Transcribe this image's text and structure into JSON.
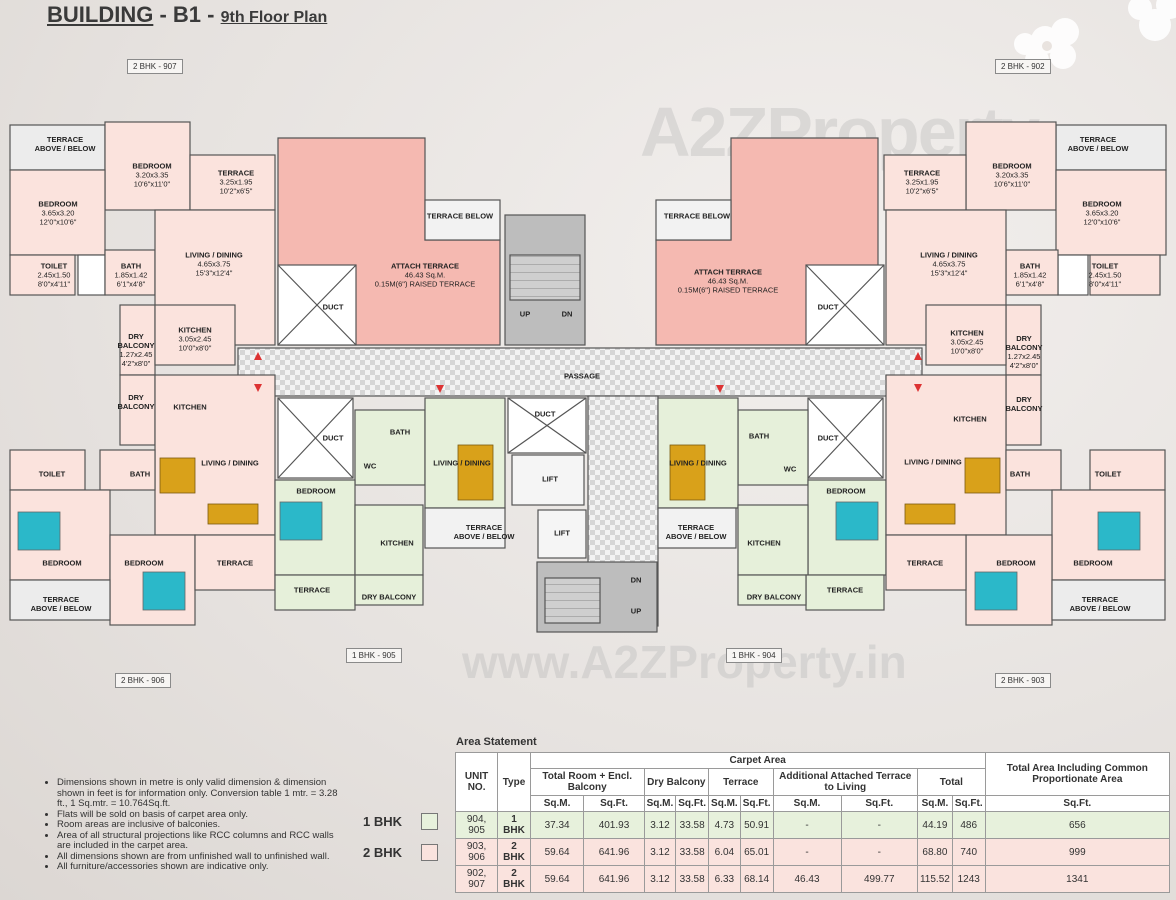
{
  "title": {
    "building": "BUILDING",
    "sep1": "-",
    "code": "B1",
    "sep2": "-",
    "floor": "9th Floor Plan"
  },
  "watermark": {
    "logo": "A2ZProperty",
    "url": "www.A2ZProperty.in"
  },
  "unit_tags": {
    "u907": "2 BHK - 907",
    "u902": "2 BHK - 902",
    "u905": "1 BHK - 905",
    "u904": "1 BHK - 904",
    "u906": "2 BHK - 906",
    "u903": "2 BHK - 903"
  },
  "rooms": {
    "terrace_ab": "TERRACE",
    "above_below": "ABOVE / BELOW",
    "bedroom": "BEDROOM",
    "bed_dim1": "3.20x3.35",
    "bed_ft1": "10'6\"x11'0\"",
    "bed_dim2": "3.65x3.20",
    "bed_ft2": "12'0\"x10'6\"",
    "terrace": "TERRACE",
    "ter_dim": "3.25x1.95",
    "ter_ft": "10'2\"x6'5\"",
    "terrace_below": "TERRACE BELOW",
    "attach": "ATTACH TERRACE",
    "attach_area": "46.43 Sq.M.",
    "attach_note": "0.15M(6\") RAISED TERRACE",
    "toilet": "TOILET",
    "toi_dim": "2.45x1.50",
    "toi_ft": "8'0\"x4'11\"",
    "bath": "BATH",
    "bath_dim": "1.85x1.42",
    "bath_ft": "6'1\"x4'8\"",
    "living": "LIVING / DINING",
    "liv_dim": "4.65x3.75",
    "liv_ft": "15'3\"x12'4\"",
    "duct": "DUCT",
    "up": "UP",
    "dn": "DN",
    "kitchen": "KITCHEN",
    "kit_dim": "3.05x2.45",
    "kit_ft": "10'0\"x8'0\"",
    "dry": "DRY",
    "balcony": "BALCONY",
    "dry_dim": "1.27x2.45",
    "dry_ft": "4'2\"x8'0\"",
    "passage": "PASSAGE",
    "lift": "LIFT",
    "wc": "WC",
    "dry_balcony": "DRY BALCONY"
  },
  "legend": {
    "one_bhk": "1 BHK",
    "two_bhk": "2 BHK",
    "one_color": "#e7f1dc",
    "two_color": "#fae3de"
  },
  "notes": [
    "Dimensions shown in metre is only valid dimension & dimension shown in feet is for information only. Conversion table 1 mtr. = 3.28 ft., 1 Sq.mtr. = 10.764Sq.ft.",
    "Flats will be sold on basis of carpet area only.",
    "Room areas are inclusive of balconies.",
    "Area of all structural projections like RCC columns and RCC walls are included in the carpet area.",
    "All dimensions shown are from unfinished wall to unfinished wall.",
    "All furniture/accessories shown are indicative only."
  ],
  "area_statement": {
    "title": "Area Statement",
    "h_unit": "UNIT NO.",
    "h_type": "Type",
    "h_carpet": "Carpet Area",
    "h_total_room": "Total Room + Encl. Balcony",
    "h_dry": "Dry Balcony",
    "h_terrace": "Terrace",
    "h_add": "Additional Attached Terrace to Living",
    "h_total": "Total",
    "h_total_incl": "Total Area Including Common Proportionate Area",
    "sqm": "Sq.M.",
    "sqft": "Sq.Ft.",
    "rows": [
      {
        "unit": "904, 905",
        "type": "1 BHK",
        "tr_m": "37.34",
        "tr_f": "401.93",
        "db_m": "3.12",
        "db_f": "33.58",
        "t_m": "4.73",
        "t_f": "50.91",
        "a_m": "-",
        "a_f": "-",
        "tot_m": "44.19",
        "tot_f": "486",
        "incl": "656"
      },
      {
        "unit": "903, 906",
        "type": "2 BHK",
        "tr_m": "59.64",
        "tr_f": "641.96",
        "db_m": "3.12",
        "db_f": "33.58",
        "t_m": "6.04",
        "t_f": "65.01",
        "a_m": "-",
        "a_f": "-",
        "tot_m": "68.80",
        "tot_f": "740",
        "incl": "999"
      },
      {
        "unit": "902, 907",
        "type": "2 BHK",
        "tr_m": "59.64",
        "tr_f": "641.96",
        "db_m": "3.12",
        "db_f": "33.58",
        "t_m": "6.33",
        "t_f": "68.14",
        "a_m": "46.43",
        "a_f": "499.77",
        "tot_m": "115.52",
        "tot_f": "1243",
        "incl": "1341"
      }
    ]
  }
}
